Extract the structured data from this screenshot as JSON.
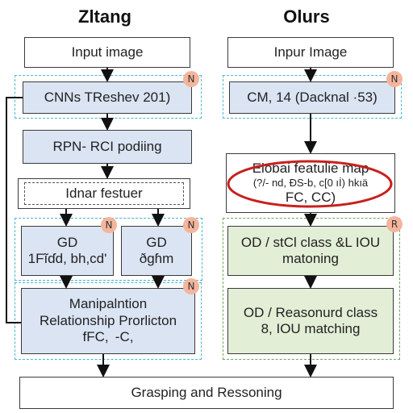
{
  "titles": {
    "left": "Zltang",
    "right": "Olurs"
  },
  "left": {
    "input": "Input image",
    "cnn": "CNNs TReshev 201)",
    "rpn": "RPN- RCI podiing",
    "feature": "Idnar festuer",
    "gd_a": {
      "title": "GD",
      "sub": "1Fĩɗd, bh,cd'"
    },
    "gd_b": {
      "title": "GD",
      "sub": "ðgɦm"
    },
    "manip": {
      "line1": "Manipalntion",
      "line2": "Relationship Prorlicton",
      "line3": "fFC,  -C,"
    }
  },
  "right": {
    "input": "Inpur Image",
    "cnn": "CM, 14 (Dacknal ·53)",
    "global": {
      "line1": "Elobai featulie map",
      "line2": "(?/- nd, ĐS‑b, c[0 ıİ) hkıä",
      "line3": "FC, CC)"
    },
    "od1": {
      "line1": "OD / stCl class &L IOU",
      "line2": "matoning"
    },
    "od2": {
      "line1": "OD / Reasonurd class",
      "line2": "8, IOU matching"
    }
  },
  "bottom": "Grasping and Ressoning",
  "badges": {
    "n": "N",
    "r": "R"
  }
}
